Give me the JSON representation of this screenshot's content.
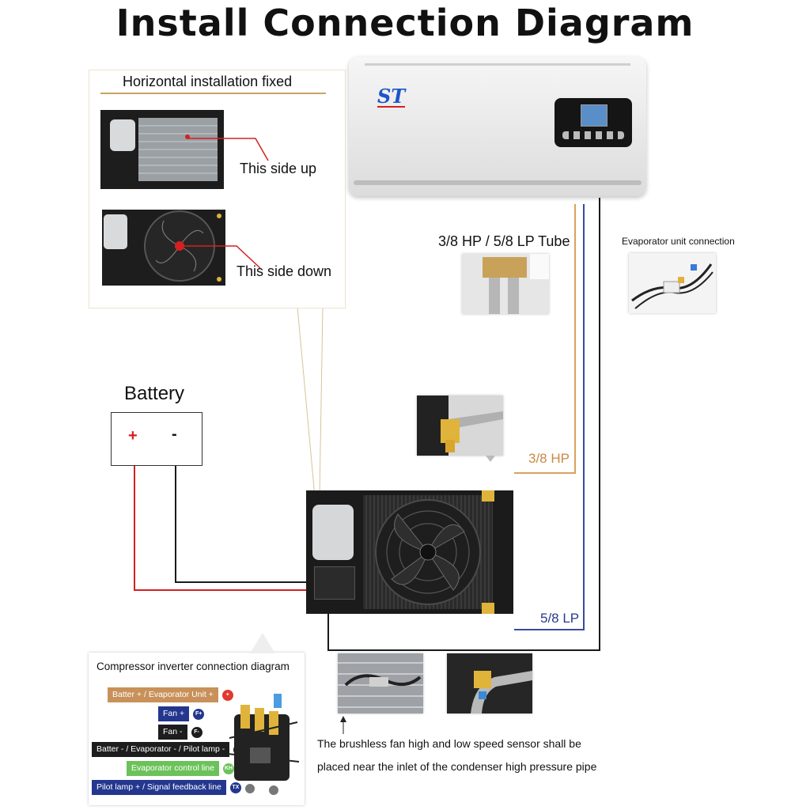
{
  "title": "Install Connection Diagram",
  "horizontal_panel": {
    "heading": "Horizontal installation fixed",
    "side_up": "This side up",
    "side_down": "This side down"
  },
  "evaporator": {
    "logo": "ST",
    "tube_label": "3/8 HP  /  5/8 LP  Tube",
    "connection_label": "Evaporator unit connection"
  },
  "battery": {
    "label": "Battery",
    "plus": "+",
    "minus": "-"
  },
  "pipes": {
    "hp_label": "3/8 HP",
    "lp_label": "5/8 LP",
    "hp_color": "#d9a25c",
    "lp_color": "#3a4aa0"
  },
  "wire_colors": {
    "positive": "#d42020",
    "negative": "#1a1a1a"
  },
  "inverter_legend": {
    "heading": "Compressor inverter connection diagram",
    "rows": [
      {
        "label": "Batter +  /  Evaporator Unit +",
        "tag": "+",
        "color": "#c8915a",
        "dot": "#e23a2e"
      },
      {
        "label": "Fan +",
        "tag": "F+",
        "color": "#24378f",
        "dot": "#24378f"
      },
      {
        "label": "Fan -",
        "tag": "F-",
        "color": "#1d1d1d",
        "dot": "#1d1d1d"
      },
      {
        "label": "Batter - / Evaporator -  / Pilot lamp -",
        "tag": "-",
        "color": "#1d1d1d",
        "dot": "#1d1d1d"
      },
      {
        "label": "Evaporator control line",
        "tag": "KH",
        "color": "#6cc25a",
        "dot": "#6cc25a"
      },
      {
        "label": "Pilot lamp + / Signal feedback line",
        "tag": "TX",
        "color": "#24378f",
        "dot": "#24378f"
      }
    ]
  },
  "sensor_note": {
    "line1": "The brushless fan high and low speed sensor shall be",
    "line2": "placed near the inlet of the condenser high pressure pipe"
  }
}
